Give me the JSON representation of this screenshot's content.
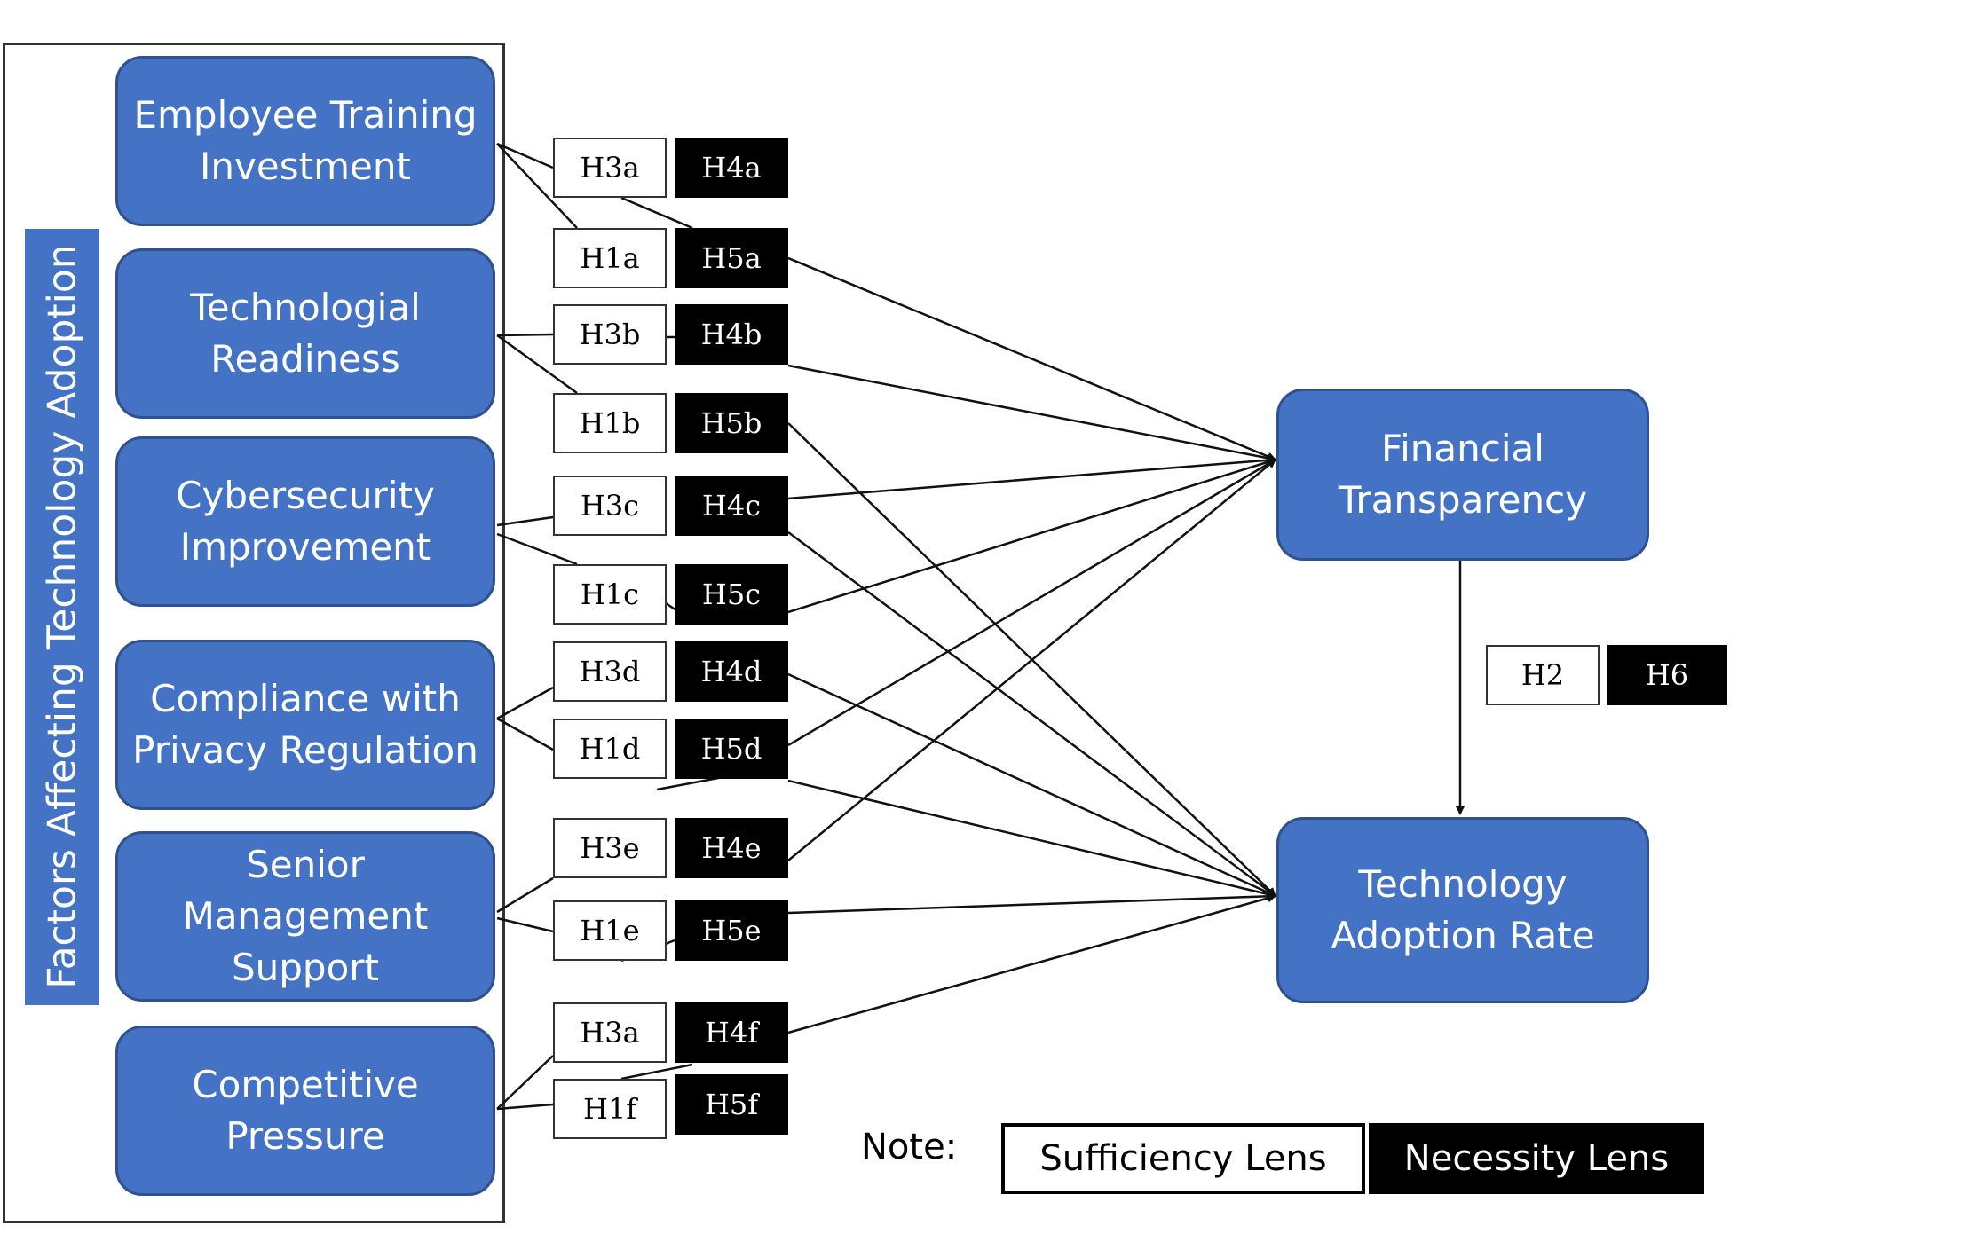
{
  "side_label": "Factors Affecting Technology Adoption",
  "factors": [
    "Employee Training\nInvestment",
    "Technologial\nReadiness",
    "Cybersecurity\nImprovement",
    "Compliance with\nPrivacy Regulation",
    "Senior Management\nSupport",
    "Competitive\nPressure"
  ],
  "outcomes": {
    "financial": "Financial\nTransparency",
    "adoption": "Technology\nAdoption Rate"
  },
  "hypotheses": {
    "sufficiency": [
      "H3a",
      "H1a",
      "H3b",
      "H1b",
      "H3c",
      "H1c",
      "H3d",
      "H1d",
      "H3e",
      "H1e",
      "H3a",
      "H1f"
    ],
    "necessity": [
      "H4a",
      "H5a",
      "H4b",
      "H5b",
      "H4c",
      "H5c",
      "H4d",
      "H5d",
      "H4e",
      "H5e",
      "H4f",
      "H5f"
    ],
    "mediation": [
      "H2",
      "H6"
    ]
  },
  "note": {
    "label": "Note:",
    "sufficiency": "Sufficiency Lens",
    "necessity": "Necessity Lens"
  },
  "colors": {
    "box_fill": "#4472c4",
    "box_border": "#2f528f",
    "line": "#111111"
  }
}
